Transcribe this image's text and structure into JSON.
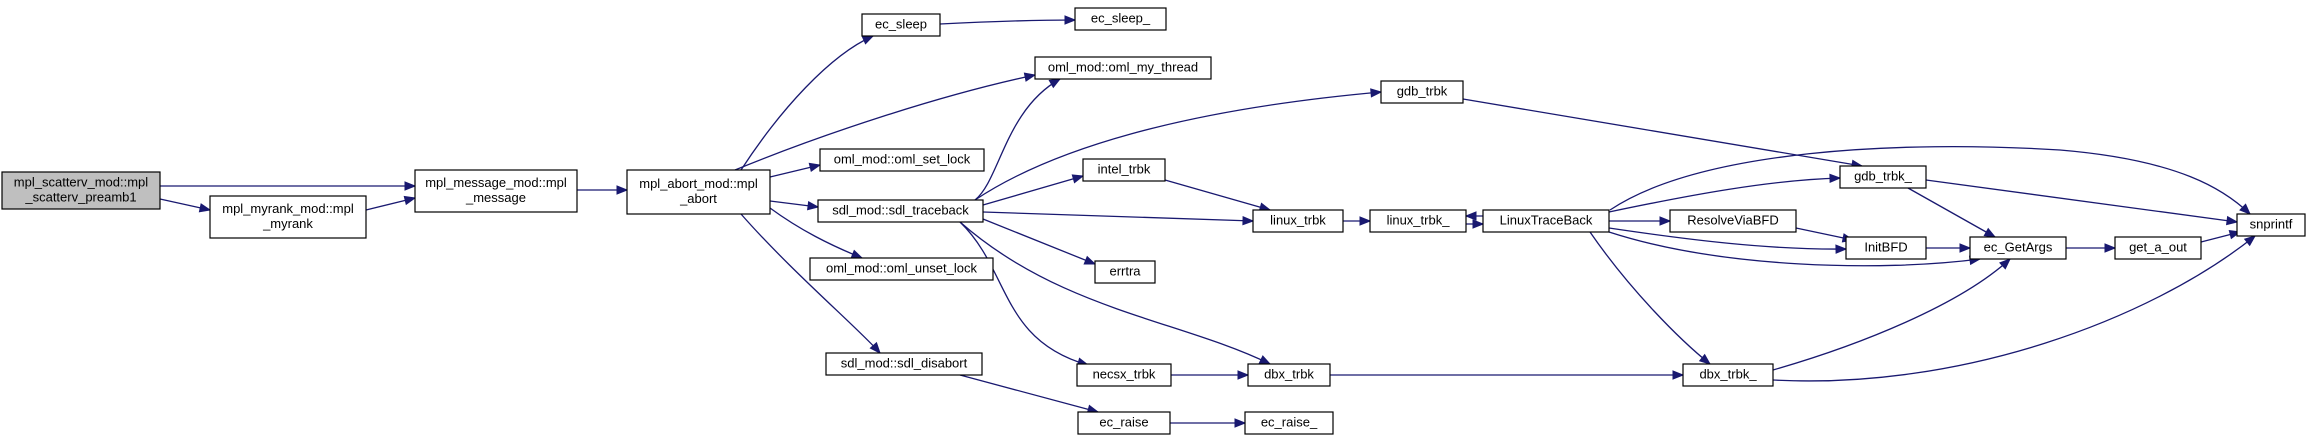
{
  "diagram": {
    "nodes": [
      {
        "id": "root",
        "lines": [
          "mpl_scatterv_mod::mpl",
          "_scatterv_preamb1"
        ]
      },
      {
        "id": "myrank",
        "lines": [
          "mpl_myrank_mod::mpl",
          "_myrank"
        ]
      },
      {
        "id": "message",
        "lines": [
          "mpl_message_mod::mpl",
          "_message"
        ]
      },
      {
        "id": "abort",
        "lines": [
          "mpl_abort_mod::mpl",
          "_abort"
        ]
      },
      {
        "id": "ec_sleep",
        "lines": [
          "ec_sleep"
        ]
      },
      {
        "id": "ec_sleep_",
        "lines": [
          "ec_sleep_"
        ]
      },
      {
        "id": "oml_my_thread",
        "lines": [
          "oml_mod::oml_my_thread"
        ]
      },
      {
        "id": "oml_set_lock",
        "lines": [
          "oml_mod::oml_set_lock"
        ]
      },
      {
        "id": "sdl_traceback",
        "lines": [
          "sdl_mod::sdl_traceback"
        ]
      },
      {
        "id": "oml_unset_lock",
        "lines": [
          "oml_mod::oml_unset_lock"
        ]
      },
      {
        "id": "sdl_disabort",
        "lines": [
          "sdl_mod::sdl_disabort"
        ]
      },
      {
        "id": "gdb_trbk",
        "lines": [
          "gdb_trbk"
        ]
      },
      {
        "id": "intel_trbk",
        "lines": [
          "intel_trbk"
        ]
      },
      {
        "id": "errtra",
        "lines": [
          "errtra"
        ]
      },
      {
        "id": "necsx_trbk",
        "lines": [
          "necsx_trbk"
        ]
      },
      {
        "id": "dbx_trbk",
        "lines": [
          "dbx_trbk"
        ]
      },
      {
        "id": "ec_raise",
        "lines": [
          "ec_raise"
        ]
      },
      {
        "id": "ec_raise_",
        "lines": [
          "ec_raise_"
        ]
      },
      {
        "id": "linux_trbk",
        "lines": [
          "linux_trbk"
        ]
      },
      {
        "id": "linux_trbk_",
        "lines": [
          "linux_trbk_"
        ]
      },
      {
        "id": "LinuxTraceBack",
        "lines": [
          "LinuxTraceBack"
        ]
      },
      {
        "id": "ResolveViaBFD",
        "lines": [
          "ResolveViaBFD"
        ]
      },
      {
        "id": "gdb_trbk_",
        "lines": [
          "gdb_trbk_"
        ]
      },
      {
        "id": "InitBFD",
        "lines": [
          "InitBFD"
        ]
      },
      {
        "id": "ec_GetArgs",
        "lines": [
          "ec_GetArgs"
        ]
      },
      {
        "id": "get_a_out",
        "lines": [
          "get_a_out"
        ]
      },
      {
        "id": "snprintf",
        "lines": [
          "snprintf"
        ]
      },
      {
        "id": "dbx_trbk_",
        "lines": [
          "dbx_trbk_"
        ]
      }
    ],
    "edges": [
      {
        "from": "root",
        "to": "message"
      },
      {
        "from": "root",
        "to": "myrank"
      },
      {
        "from": "myrank",
        "to": "message"
      },
      {
        "from": "message",
        "to": "abort"
      },
      {
        "from": "abort",
        "to": "ec_sleep"
      },
      {
        "from": "abort",
        "to": "oml_my_thread"
      },
      {
        "from": "abort",
        "to": "oml_set_lock"
      },
      {
        "from": "abort",
        "to": "sdl_traceback"
      },
      {
        "from": "abort",
        "to": "oml_unset_lock"
      },
      {
        "from": "abort",
        "to": "sdl_disabort"
      },
      {
        "from": "ec_sleep",
        "to": "ec_sleep_"
      },
      {
        "from": "sdl_traceback",
        "to": "oml_my_thread"
      },
      {
        "from": "sdl_traceback",
        "to": "gdb_trbk"
      },
      {
        "from": "sdl_traceback",
        "to": "intel_trbk"
      },
      {
        "from": "sdl_traceback",
        "to": "linux_trbk"
      },
      {
        "from": "sdl_traceback",
        "to": "errtra"
      },
      {
        "from": "sdl_traceback",
        "to": "necsx_trbk"
      },
      {
        "from": "sdl_traceback",
        "to": "dbx_trbk"
      },
      {
        "from": "sdl_disabort",
        "to": "ec_raise"
      },
      {
        "from": "ec_raise",
        "to": "ec_raise_"
      },
      {
        "from": "gdb_trbk",
        "to": "gdb_trbk_"
      },
      {
        "from": "intel_trbk",
        "to": "linux_trbk"
      },
      {
        "from": "necsx_trbk",
        "to": "dbx_trbk"
      },
      {
        "from": "linux_trbk",
        "to": "linux_trbk_"
      },
      {
        "from": "dbx_trbk",
        "to": "dbx_trbk_"
      },
      {
        "from": "linux_trbk_",
        "to": "LinuxTraceBack"
      },
      {
        "from": "LinuxTraceBack",
        "to": "linux_trbk_"
      },
      {
        "from": "LinuxTraceBack",
        "to": "snprintf"
      },
      {
        "from": "LinuxTraceBack",
        "to": "gdb_trbk_"
      },
      {
        "from": "LinuxTraceBack",
        "to": "ResolveViaBFD"
      },
      {
        "from": "LinuxTraceBack",
        "to": "InitBFD"
      },
      {
        "from": "LinuxTraceBack",
        "to": "ec_GetArgs"
      },
      {
        "from": "LinuxTraceBack",
        "to": "dbx_trbk_"
      },
      {
        "from": "ResolveViaBFD",
        "to": "InitBFD"
      },
      {
        "from": "gdb_trbk_",
        "to": "snprintf"
      },
      {
        "from": "gdb_trbk_",
        "to": "ec_GetArgs"
      },
      {
        "from": "InitBFD",
        "to": "ec_GetArgs"
      },
      {
        "from": "ec_GetArgs",
        "to": "get_a_out"
      },
      {
        "from": "get_a_out",
        "to": "snprintf"
      },
      {
        "from": "dbx_trbk_",
        "to": "ec_GetArgs"
      },
      {
        "from": "dbx_trbk_",
        "to": "snprintf"
      }
    ]
  }
}
